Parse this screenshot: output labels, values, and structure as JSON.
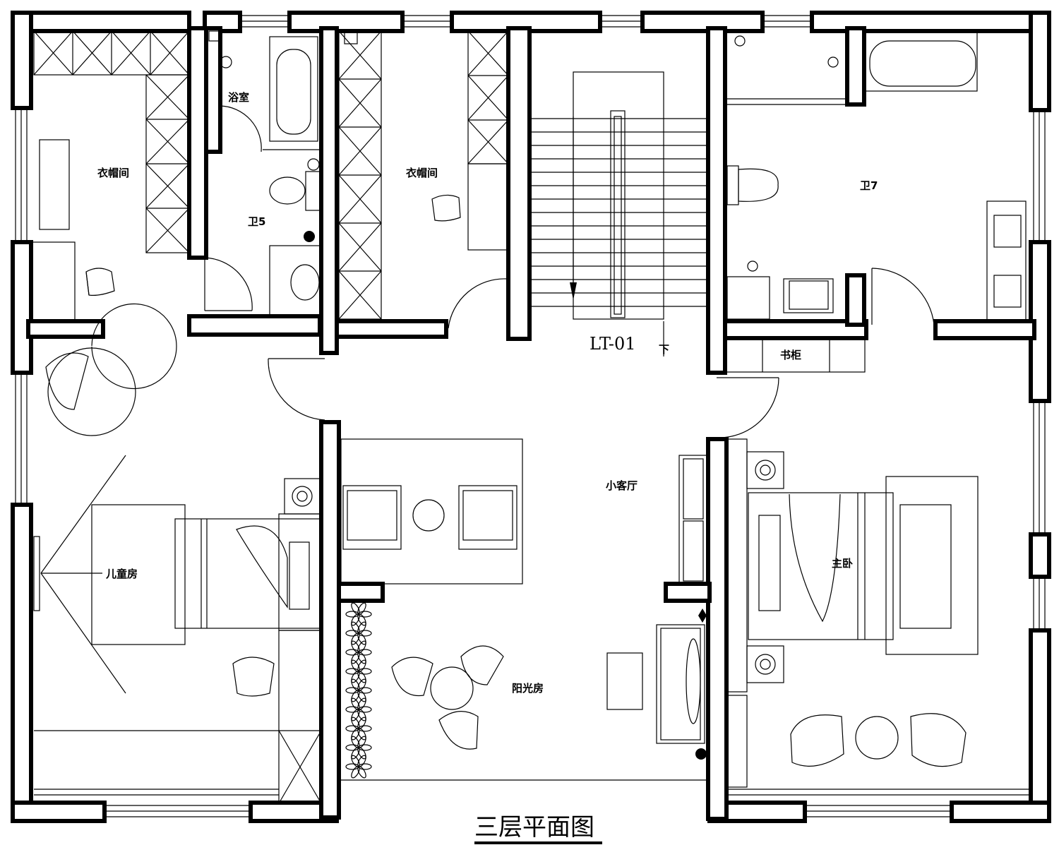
{
  "drawing": {
    "title": "三层平面图",
    "stair_code": "LT-01",
    "stair_direction": "下"
  },
  "rooms": {
    "closet_left": "衣帽间",
    "bathroom": "浴室",
    "wc5": "卫5",
    "closet_mid": "衣帽间",
    "wc7": "卫7",
    "bookcase": "书柜",
    "small_living": "小客厅",
    "kids_room": "儿童房",
    "sunroom": "阳光房",
    "master_bedroom": "主卧"
  }
}
